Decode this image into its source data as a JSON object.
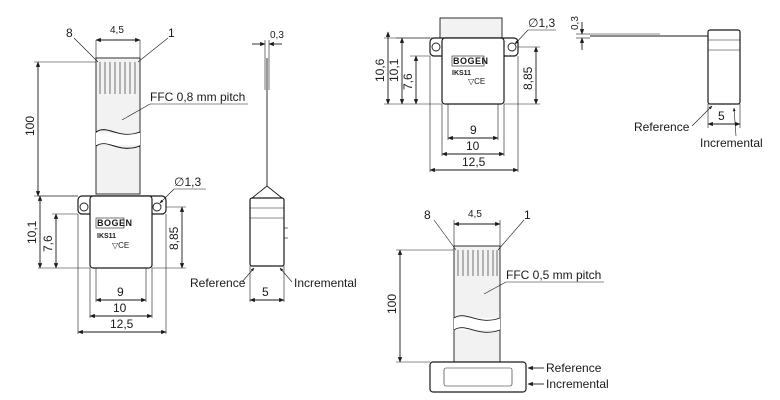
{
  "colors": {
    "line": "#1a1a1a",
    "cable_fill": "#f2f2f2",
    "background": "#ffffff"
  },
  "view_a": {
    "pin_left": "8",
    "pin_right": "1",
    "pitch_width": "4,5",
    "cable_label": "FFC 0,8 mm pitch",
    "length": "100",
    "hole": "∅1,3",
    "height_total": "10,1",
    "height_inner": "7,6",
    "height_right": "8,85",
    "width_inner": "9",
    "width_mid": "10",
    "width_total": "12,5",
    "logo": "BOGEN",
    "model": "IKS11"
  },
  "view_b": {
    "thickness": "0,3",
    "depth": "5",
    "reference_label": "Reference",
    "incremental_label": "Incremental"
  },
  "view_c": {
    "hole": "∅1,3",
    "height_outer": "10,6",
    "height_total": "10,1",
    "height_inner": "7,6",
    "height_right": "8,85",
    "width_inner": "9",
    "width_mid": "10",
    "width_total": "12,5",
    "logo": "BOGEN",
    "model": "IKS11"
  },
  "view_d": {
    "thickness": "0,3",
    "depth": "5",
    "reference_label": "Reference",
    "incremental_label": "Incremental"
  },
  "view_e": {
    "pin_left": "8",
    "pin_right": "1",
    "pitch_width": "4,5",
    "cable_label": "FFC 0,5 mm pitch",
    "length": "100",
    "reference_label": "Reference",
    "incremental_label": "Incremental"
  }
}
